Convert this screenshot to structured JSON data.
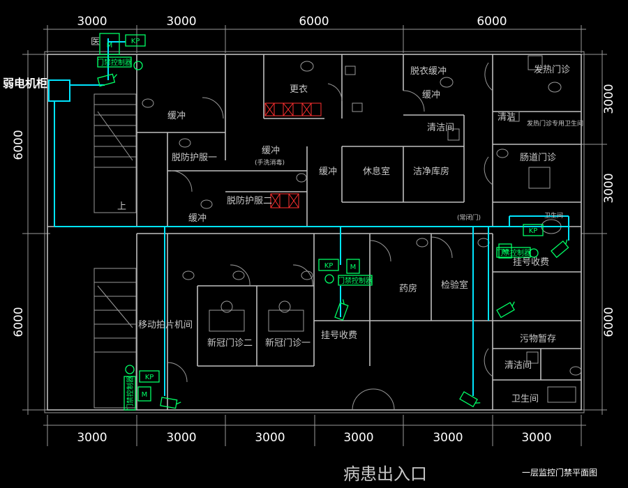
{
  "dimensions": {
    "top": [
      "3000",
      "3000",
      "6000",
      "6000"
    ],
    "bottom": [
      "3000",
      "3000",
      "3000",
      "3000",
      "3000",
      "3000"
    ],
    "left": [
      "6000",
      "6000"
    ],
    "right": [
      "3000",
      "3000",
      "6000"
    ]
  },
  "labels": {
    "cabinet": "弱电机柜",
    "entrance": "病患出入口",
    "plan_title": "一层监控门禁平面图",
    "up": "上",
    "normally_open_door": "(常闭门)"
  },
  "rooms": {
    "r1": "医",
    "r2": "更衣",
    "r3": "脱衣缓冲",
    "r4": "缓冲",
    "r5": "缓冲",
    "r6": "脱防护服一",
    "r7": "缓冲",
    "r8": "(手洗消毒)",
    "r9": "缓冲",
    "r10": "休息室",
    "r11": "洁净库房",
    "r12": "清洁间",
    "r13": "发热门诊",
    "r14": "清洁",
    "r15": "发热门诊专用卫生间",
    "r16": "肠道门诊",
    "r17": "脱防护服二",
    "r18": "缓冲",
    "r19": "挂号收费",
    "r20": "药房",
    "r21": "检验室",
    "r22": "移动拍片机间",
    "r23": "新冠门诊二",
    "r24": "新冠门诊一",
    "r25": "挂号收费",
    "r26": "污物暂存",
    "r27": "清洁间",
    "r28": "卫生间",
    "r29": "卫生间"
  },
  "equipment": {
    "controller": "门禁控制器",
    "kp": "KP",
    "m": "M"
  },
  "colors": {
    "background": "#000000",
    "wall": "#bfbfbf",
    "cable": "#00e5ff",
    "device": "#00ff66",
    "text": "#ffffff"
  }
}
